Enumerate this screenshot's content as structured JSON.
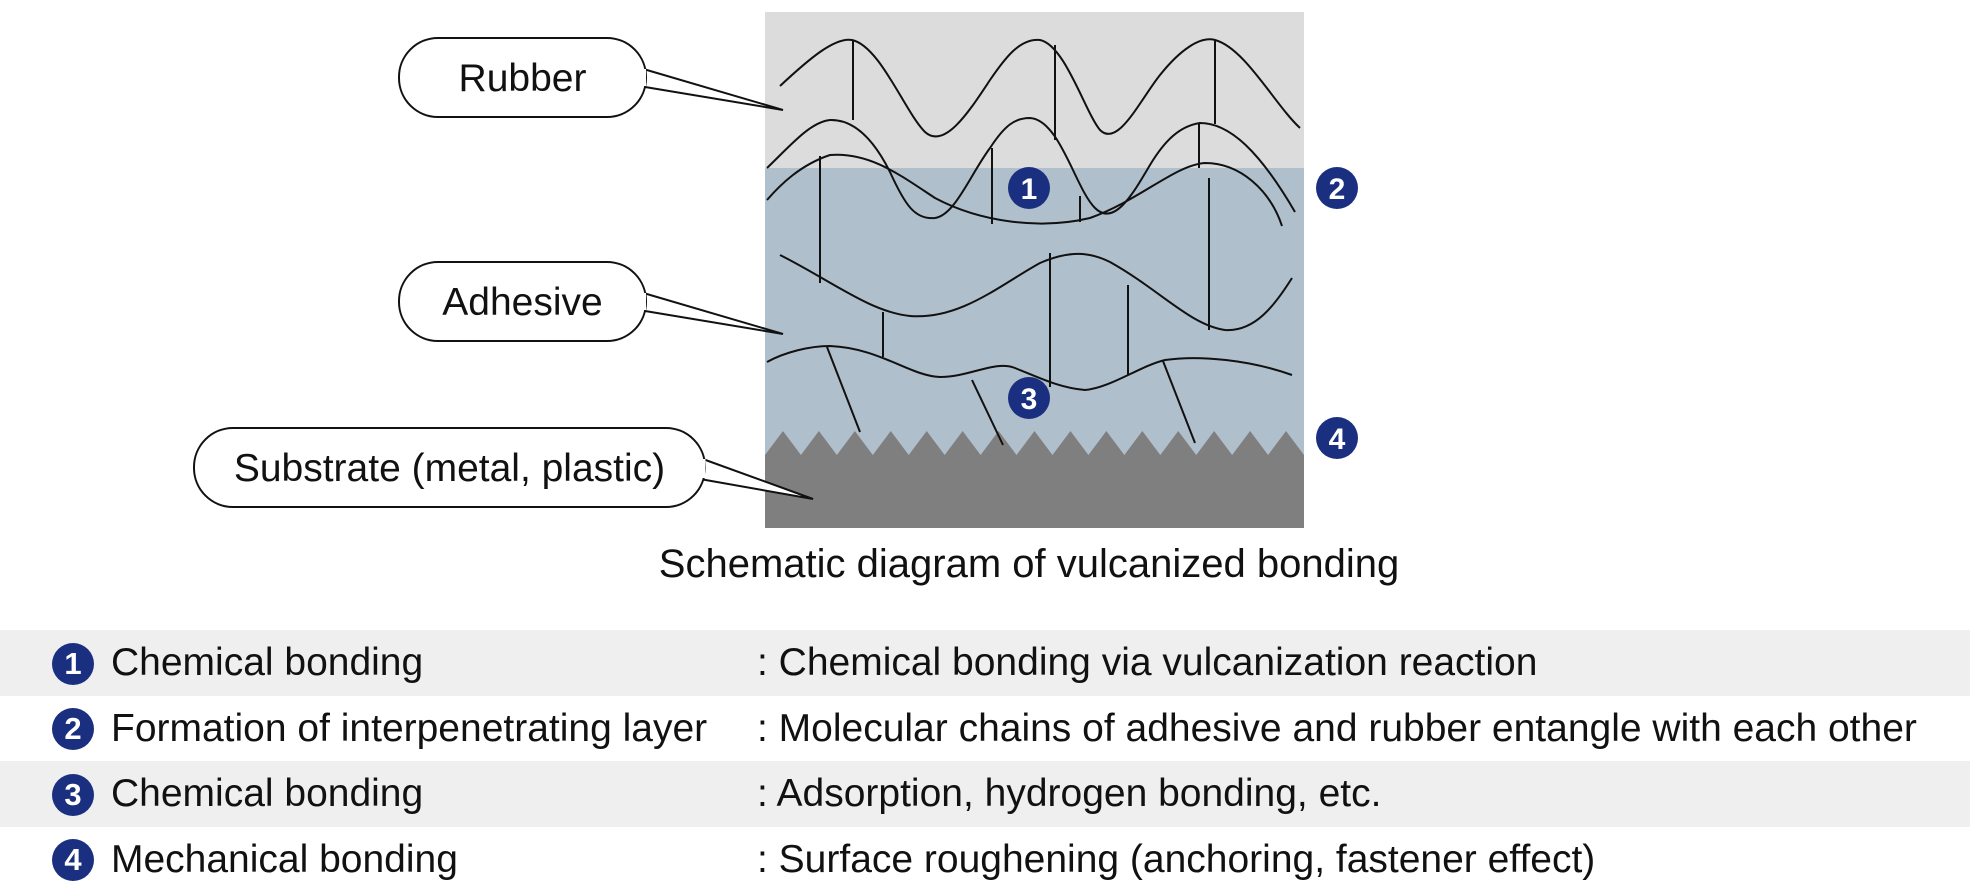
{
  "labels": {
    "rubber": "Rubber",
    "adhesive": "Adhesive",
    "substrate": "Substrate (metal, plastic)"
  },
  "caption": "Schematic diagram of vulcanized bonding",
  "markers": [
    "1",
    "2",
    "3",
    "4"
  ],
  "legend": [
    {
      "number": "1",
      "term": "Chemical bonding",
      "description": ": Chemical bonding via vulcanization reaction"
    },
    {
      "number": "2",
      "term": "Formation of interpenetrating layer",
      "description": ": Molecular chains of adhesive and rubber entangle with each other"
    },
    {
      "number": "3",
      "term": "Chemical bonding",
      "description": ": Adsorption, hydrogen bonding, etc."
    },
    {
      "number": "4",
      "term": "Mechanical bonding",
      "description": ": Surface roughening (anchoring, fastener effect)"
    }
  ],
  "colors": {
    "rubber_layer": "#dcdcdc",
    "adhesive_layer": "#b0bfcc",
    "substrate_layer": "#7f7f7f",
    "badge": "#1a2f80",
    "row_shade": "#efefef"
  }
}
